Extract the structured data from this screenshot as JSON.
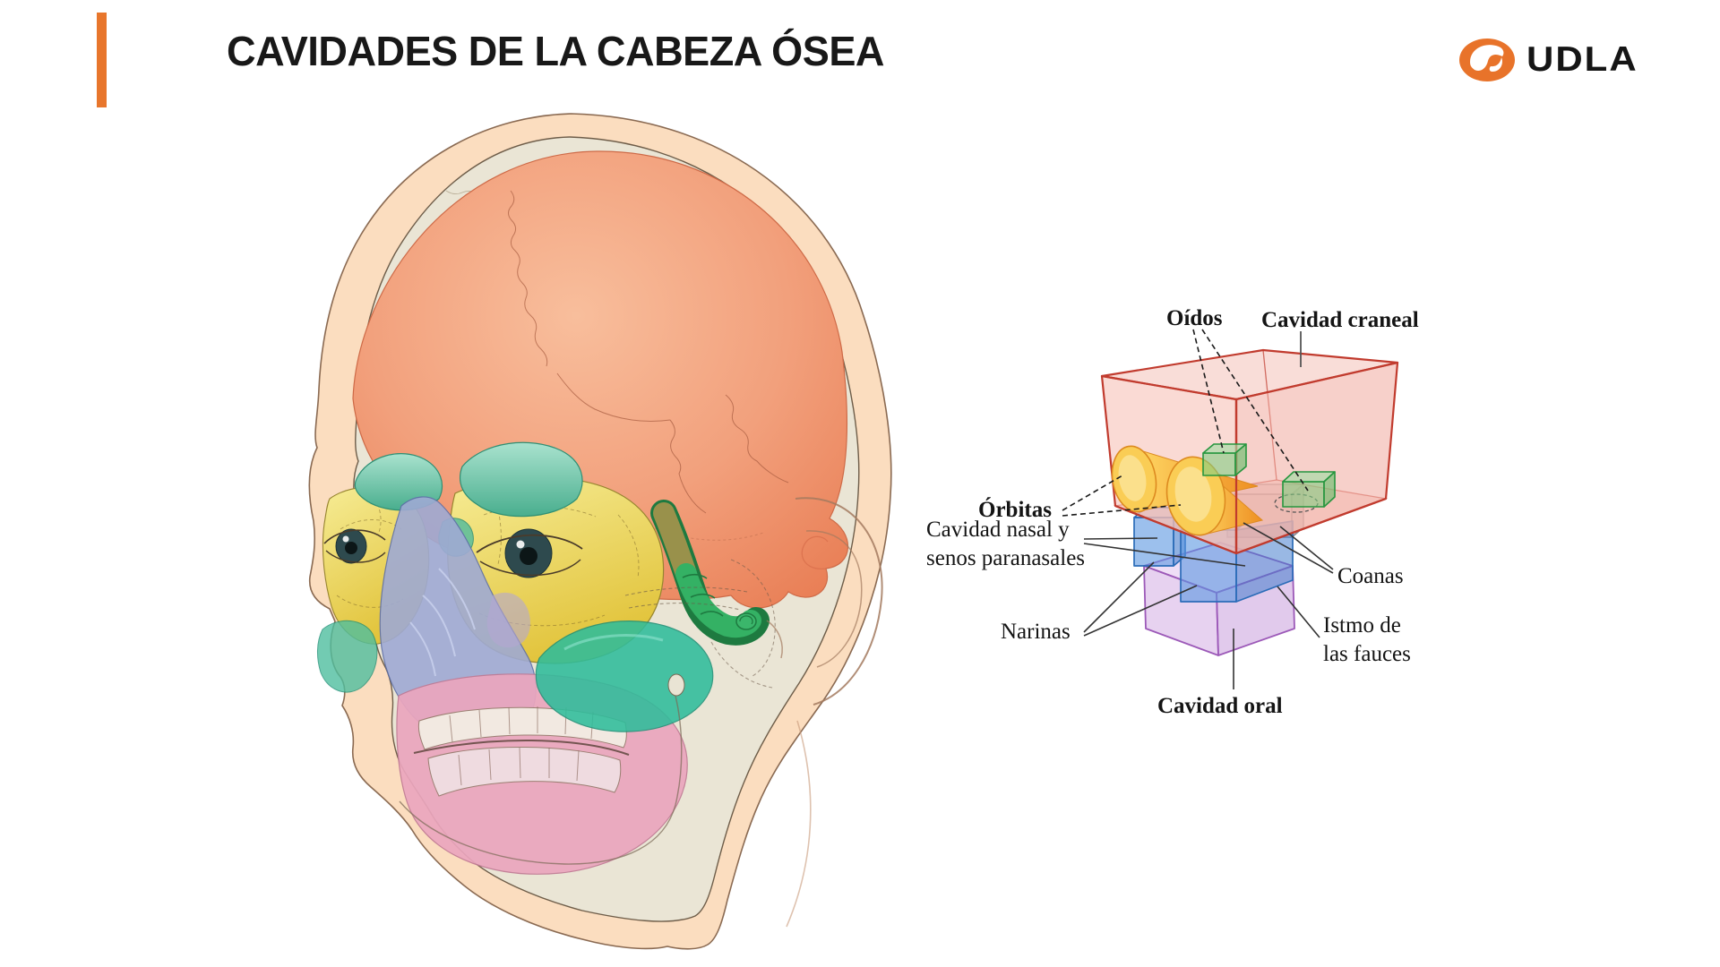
{
  "slide": {
    "title": "CAVIDADES DE LA CABEZA ÓSEA"
  },
  "logo": {
    "text": "UDLA",
    "mark": "udla-swoosh-icon",
    "mark_color": "#E8732A"
  },
  "colors": {
    "accent_bar": "#E8762C",
    "title_text": "#181818",
    "cranial_cavity_salmon": "#F2A07C",
    "orbit_yellow": "#E8CF3F",
    "sinus_teal": "#4FB596",
    "nasal_blue": "#9FAAD4",
    "oral_pink": "#EBA6BE",
    "ear_green": "#2FA95C",
    "box_craneal_edge": "#C13B2E",
    "box_oidos_edge": "#27963F",
    "box_nasal_edge": "#2B6CB8",
    "box_oral_edge": "#9C59B8",
    "box_coanas_gray": "#85858D",
    "cone_orange": "#F0932B"
  },
  "diagram": {
    "oidos": "Oídos",
    "cavidad_craneal": "Cavidad craneal",
    "orbitas": "Órbitas",
    "cavidad_nasal_l1": "Cavidad nasal y",
    "cavidad_nasal_l2": "senos paranasales",
    "coanas": "Coanas",
    "narinas": "Narinas",
    "istmo_l1": "Istmo de",
    "istmo_l2": "las fauces",
    "cavidad_oral": "Cavidad oral"
  }
}
